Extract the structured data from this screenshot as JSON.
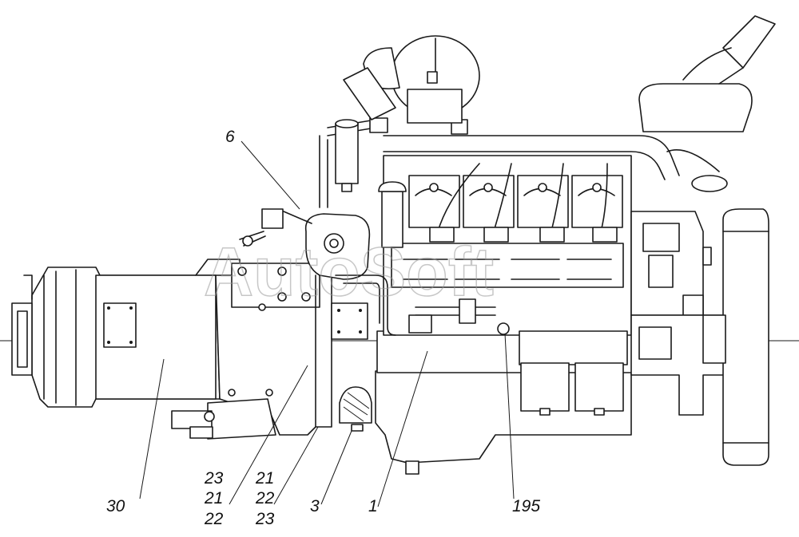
{
  "watermark": "AutoSoft",
  "callouts": {
    "c6": "6",
    "c30": "30",
    "c23a": "23",
    "c21a": "21",
    "c22a": "22",
    "c21b": "21",
    "c22b": "22",
    "c23b": "23",
    "c3": "3",
    "c1": "1",
    "c195": "195"
  }
}
